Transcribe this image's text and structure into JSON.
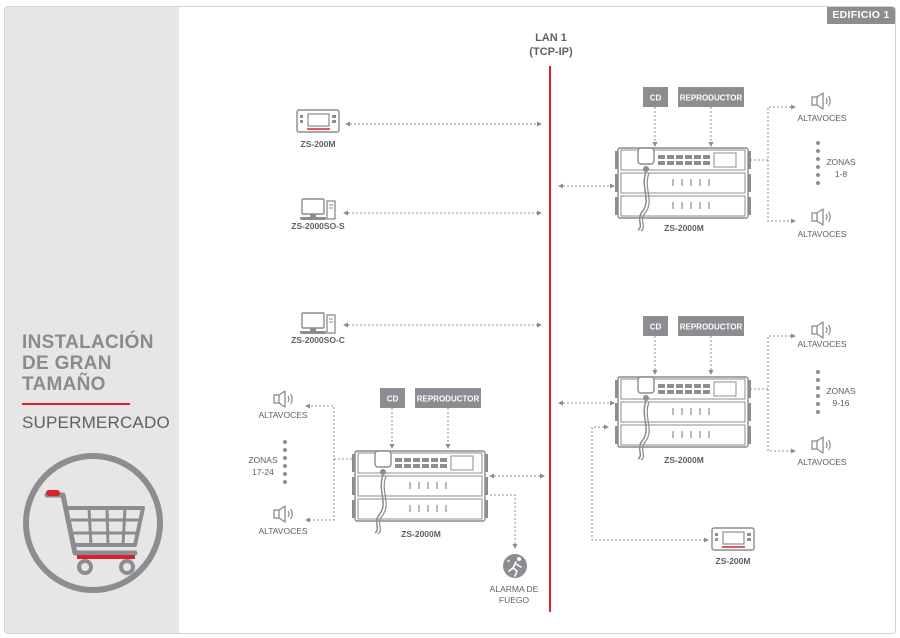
{
  "page": {
    "badge": "EDIFICIO 1",
    "sidebar": {
      "title_lines": [
        "INSTALACIÓN",
        "DE GRAN",
        "TAMAÑO"
      ],
      "subtitle": "SUPERMERCADO",
      "icon": "shopping-cart-icon"
    }
  },
  "network": {
    "label_line1": "LAN 1",
    "label_line2": "(TCP-IP)"
  },
  "left_devices": [
    {
      "label": "ZS-200M",
      "icon": "console-icon"
    },
    {
      "label": "ZS-2000SO-S",
      "icon": "computer-icon"
    },
    {
      "label": "ZS-2000SO-C",
      "icon": "computer-icon"
    }
  ],
  "racks": [
    {
      "id": "rack-zonas-1-8",
      "cd_label": "CD",
      "player_label": "REPRODUCTOR",
      "label": "ZS-2000M",
      "zones_line1": "ZONAS",
      "zones_line2": "1-8",
      "speakers": [
        "ALTAVOCES",
        "ALTAVOCES"
      ]
    },
    {
      "id": "rack-zonas-9-16",
      "cd_label": "CD",
      "player_label": "REPRODUCTOR",
      "label": "ZS-2000M",
      "zones_line1": "ZONAS",
      "zones_line2": "9-16",
      "speakers": [
        "ALTAVOCES",
        "ALTAVOCES"
      ]
    },
    {
      "id": "rack-zonas-17-24",
      "cd_label": "CD",
      "player_label": "REPRODUCTOR",
      "label": "ZS-2000M",
      "zones_line1": "ZONAS",
      "zones_line2": "17-24",
      "speakers": [
        "ALTAVOCES",
        "ALTAVOCES"
      ]
    }
  ],
  "remote_console": {
    "label": "ZS-200M",
    "icon": "console-icon"
  },
  "fire_alarm": {
    "label_line1": "ALARMA DE",
    "label_line2": "FUEGO",
    "icon": "fire-exit-icon"
  },
  "colors": {
    "lan": "#d8232a",
    "device": "#8c8c91",
    "text": "#5f5f64",
    "panel": "#e6e6e7",
    "accent": "#d8232a"
  }
}
